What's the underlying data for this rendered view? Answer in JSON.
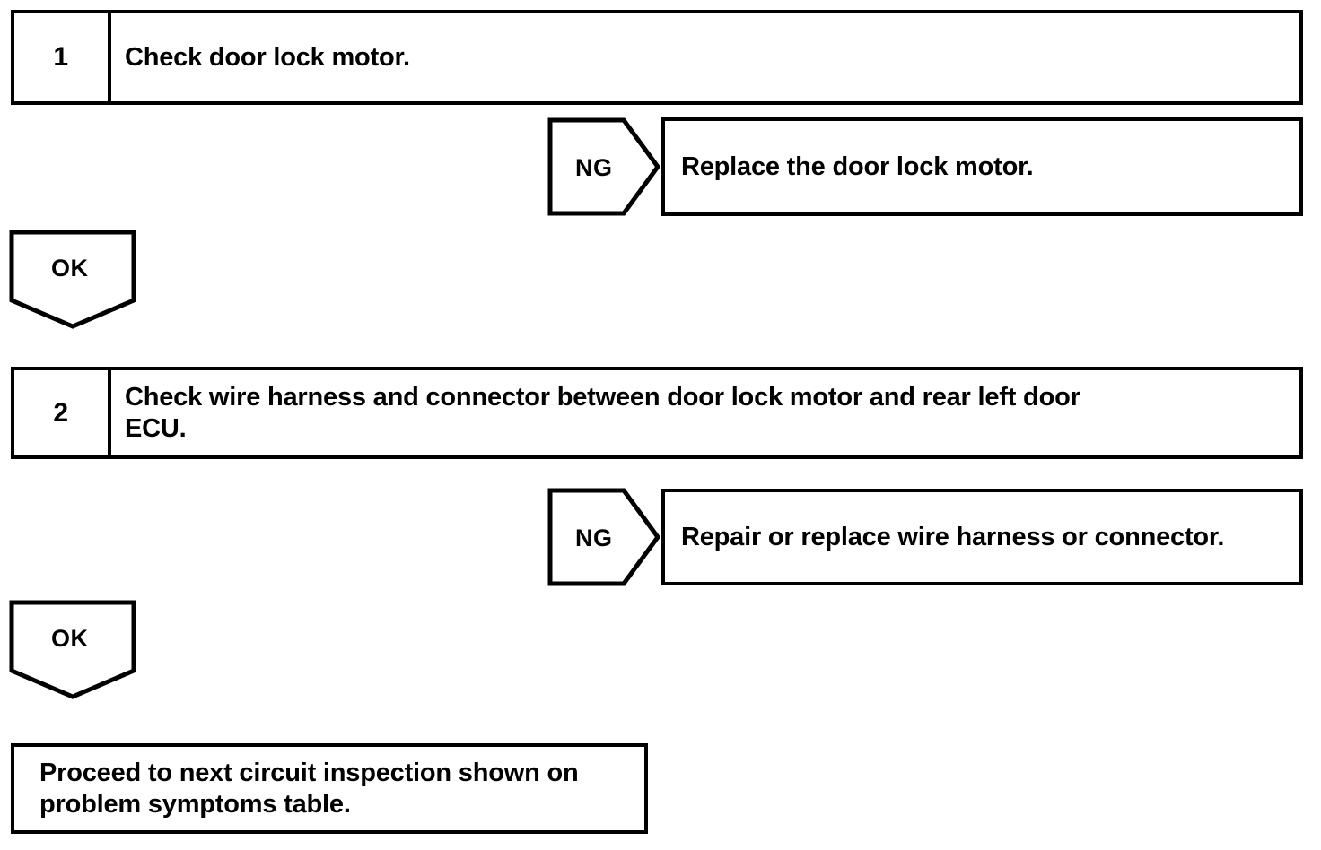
{
  "diagram": {
    "type": "troubleshooting-flowchart",
    "title": "Door lock motor circuit inspection flow",
    "line_color": "#000000",
    "background_color": "#ffffff",
    "steps": [
      {
        "number": "1",
        "instruction": "Check door lock motor.",
        "ng_label": "NG",
        "ng_result": "Replace the door lock motor.",
        "ok_label": "OK"
      },
      {
        "number": "2",
        "instruction_line1": "Check wire harness and connector between door lock motor and rear left door",
        "instruction_line2": "ECU.",
        "ng_label": "NG",
        "ng_result": "Repair or replace wire harness or connector.",
        "ok_label": "OK"
      }
    ],
    "final": {
      "line1": "Proceed to next circuit inspection shown on",
      "line2": "problem symptoms table."
    }
  }
}
